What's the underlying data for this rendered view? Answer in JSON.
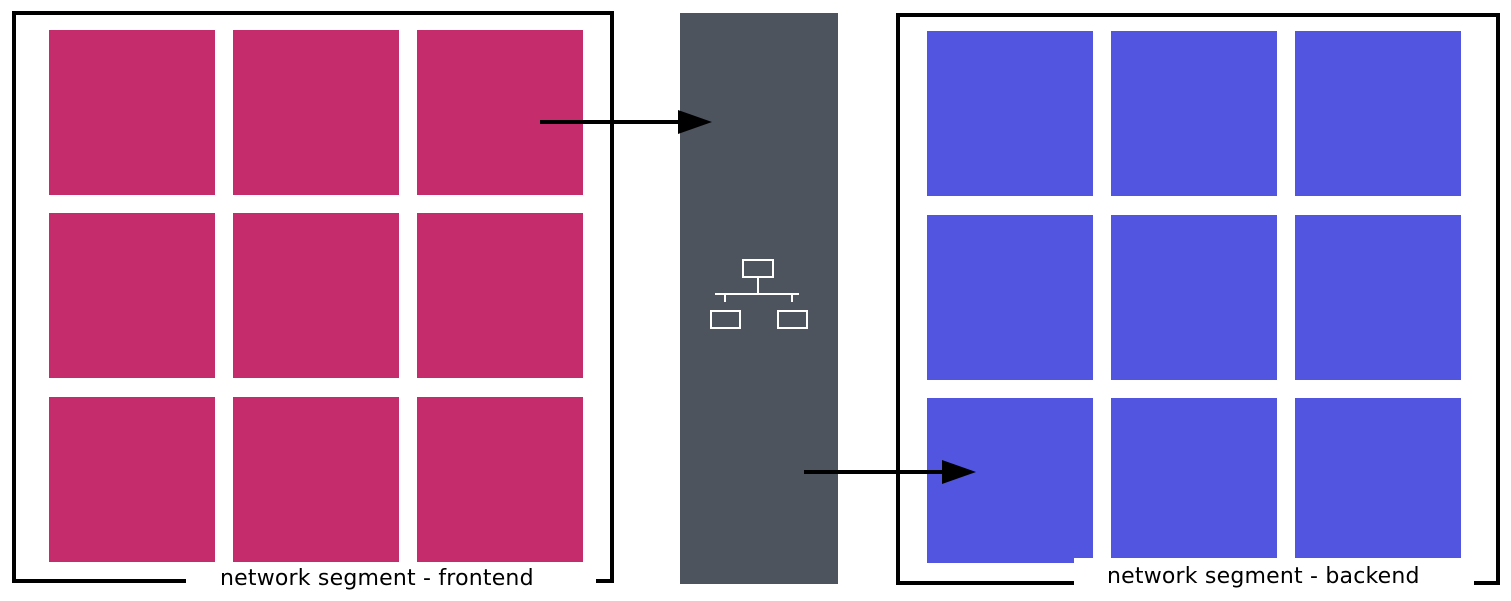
{
  "segments": {
    "frontend": {
      "label": "network segment - frontend",
      "tile_color": "#c42c6c",
      "tile_count": 9
    },
    "backend": {
      "label": "network segment - backend",
      "tile_color": "#5155e0",
      "tile_count": 9
    }
  },
  "router": {
    "bar_color": "#4e545e",
    "icon": "network-hierarchy-icon"
  },
  "arrows": [
    {
      "from": "frontend",
      "to": "router"
    },
    {
      "from": "router",
      "to": "backend"
    }
  ]
}
